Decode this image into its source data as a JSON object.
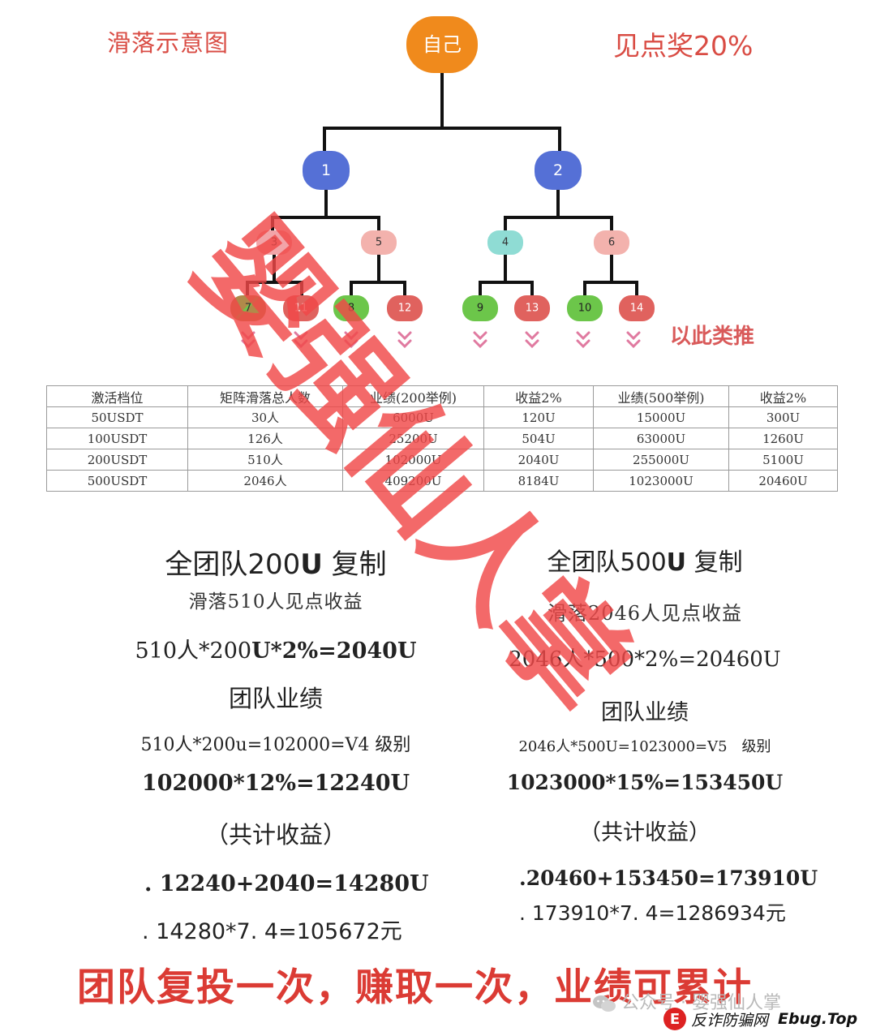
{
  "header": {
    "title": "滑落示意图",
    "reward_label": "见点奖20%"
  },
  "tree": {
    "root": "自己",
    "level1": [
      "1",
      "2"
    ],
    "level2": [
      "3",
      "5",
      "4",
      "6"
    ],
    "level3": [
      "7",
      "11",
      "8",
      "12",
      "9",
      "13",
      "10",
      "14"
    ],
    "more_label": "以此类推"
  },
  "colors": {
    "root": "#f08a1c",
    "level1": "#5570d6",
    "node3": "#f2a4a8",
    "node5": "#f3b2ad",
    "node4": "#8fdcd4",
    "node6": "#f3b2ad",
    "green": "#6cc64a",
    "red": "#e0625e",
    "brown": "#b08a4a",
    "chevron": "#e07aa0",
    "accent_red": "#db3b34",
    "watermark": "#f04848"
  },
  "table": {
    "headers": [
      "激活档位",
      "矩阵滑落总人数",
      "业绩(200举例)",
      "收益2%",
      "业绩(500举例)",
      "收益2%"
    ],
    "rows": [
      [
        "50USDT",
        "30人",
        "6000U",
        "120U",
        "15000U",
        "300U"
      ],
      [
        "100USDT",
        "126人",
        "25200U",
        "504U",
        "63000U",
        "1260U"
      ],
      [
        "200USDT",
        "510人",
        "102000U",
        "2040U",
        "255000U",
        "5100U"
      ],
      [
        "500USDT",
        "2046人",
        "409200U",
        "8184U",
        "1023000U",
        "20460U"
      ]
    ]
  },
  "left": {
    "heading_pre": "全团队200",
    "heading_bold": "U",
    "heading_post": " 复制",
    "sub": "滑落510人见点收益",
    "formula1_a": "510人*200",
    "formula1_b": "U*2%=2040U",
    "team_label": "团队业绩",
    "formula2": "510人*200u=102000=V4 级别",
    "formula3": "102000*12%=12240U",
    "total_label": "（共计收益）",
    "sum1": ". 12240+2040=14280U",
    "sum2": ". 14280*7. 4=105672元"
  },
  "right": {
    "heading_pre": "全团队500",
    "heading_bold": "U",
    "heading_post": " 复制",
    "sub": "滑落2046人见点收益",
    "formula1": "2046人*500*2%=20460U",
    "team_label": "团队业绩",
    "formula2": "2046人*500U=1023000=V5　级别",
    "formula3": "1023000*15%=153450U",
    "total_label": "（共计收益）",
    "sum1": ".20460+153450=173910U",
    "sum2": ". 173910*7. 4=1286934元"
  },
  "slogan": "团队复投一次，赚取一次，业绩可累计",
  "watermark_text": "婴强仙人掌",
  "wechat_label": "公众号 · 婴强仙人掌",
  "footer": {
    "logo_letter": "E",
    "site_name": "反诈防骗网",
    "domain": "Ebug.Top"
  }
}
